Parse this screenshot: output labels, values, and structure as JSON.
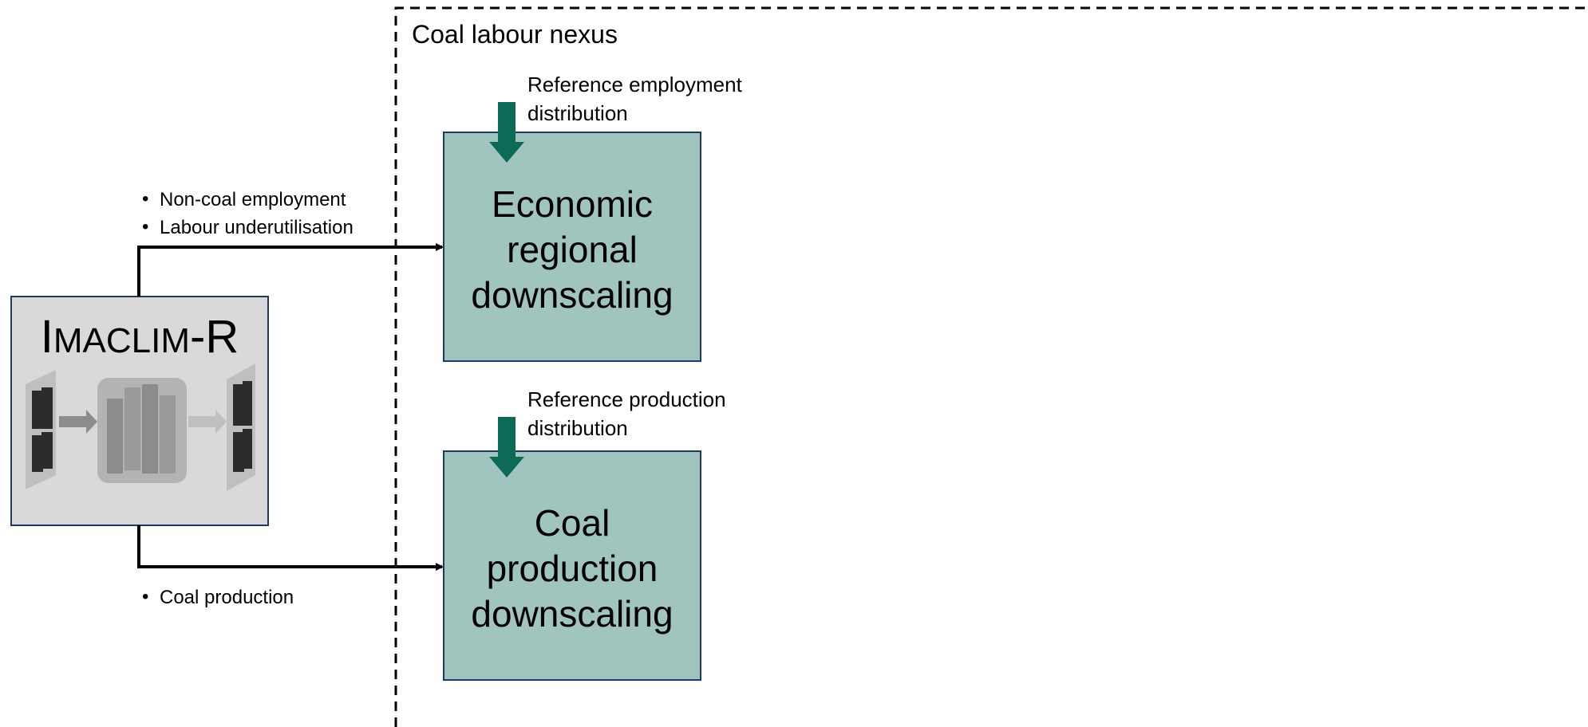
{
  "diagram": {
    "boundary": {
      "label": "Coal labour nexus"
    },
    "model": {
      "title_first": "I",
      "title_smallcaps": "MACLIM",
      "title_suffix": "-R"
    },
    "modules": [
      {
        "id": "economic",
        "lines": [
          "Economic",
          "regional",
          "downscaling"
        ]
      },
      {
        "id": "coal",
        "lines": [
          "Coal",
          "production",
          "downscaling"
        ]
      }
    ],
    "inputs": [
      {
        "target": "economic",
        "lines": [
          "Reference employment",
          "distribution"
        ]
      },
      {
        "target": "coal",
        "lines": [
          "Reference production",
          "distribution"
        ]
      }
    ],
    "flows": [
      {
        "target": "economic",
        "bullets": [
          "Non-coal employment",
          "Labour underutilisation"
        ]
      },
      {
        "target": "coal",
        "bullets": [
          "Coal production"
        ]
      }
    ],
    "bullet_glyph": "•"
  },
  "colors": {
    "module_fill": "#a0c5be",
    "module_border": "#1f3864",
    "model_fill": "#d9d9d9",
    "model_border": "#1f3864",
    "input_arrow": "#0b6b57",
    "line": "#000000",
    "icon_dark": "#2b2b2b",
    "icon_mid": "#8c8c8c",
    "icon_light": "#bfbfbf"
  }
}
